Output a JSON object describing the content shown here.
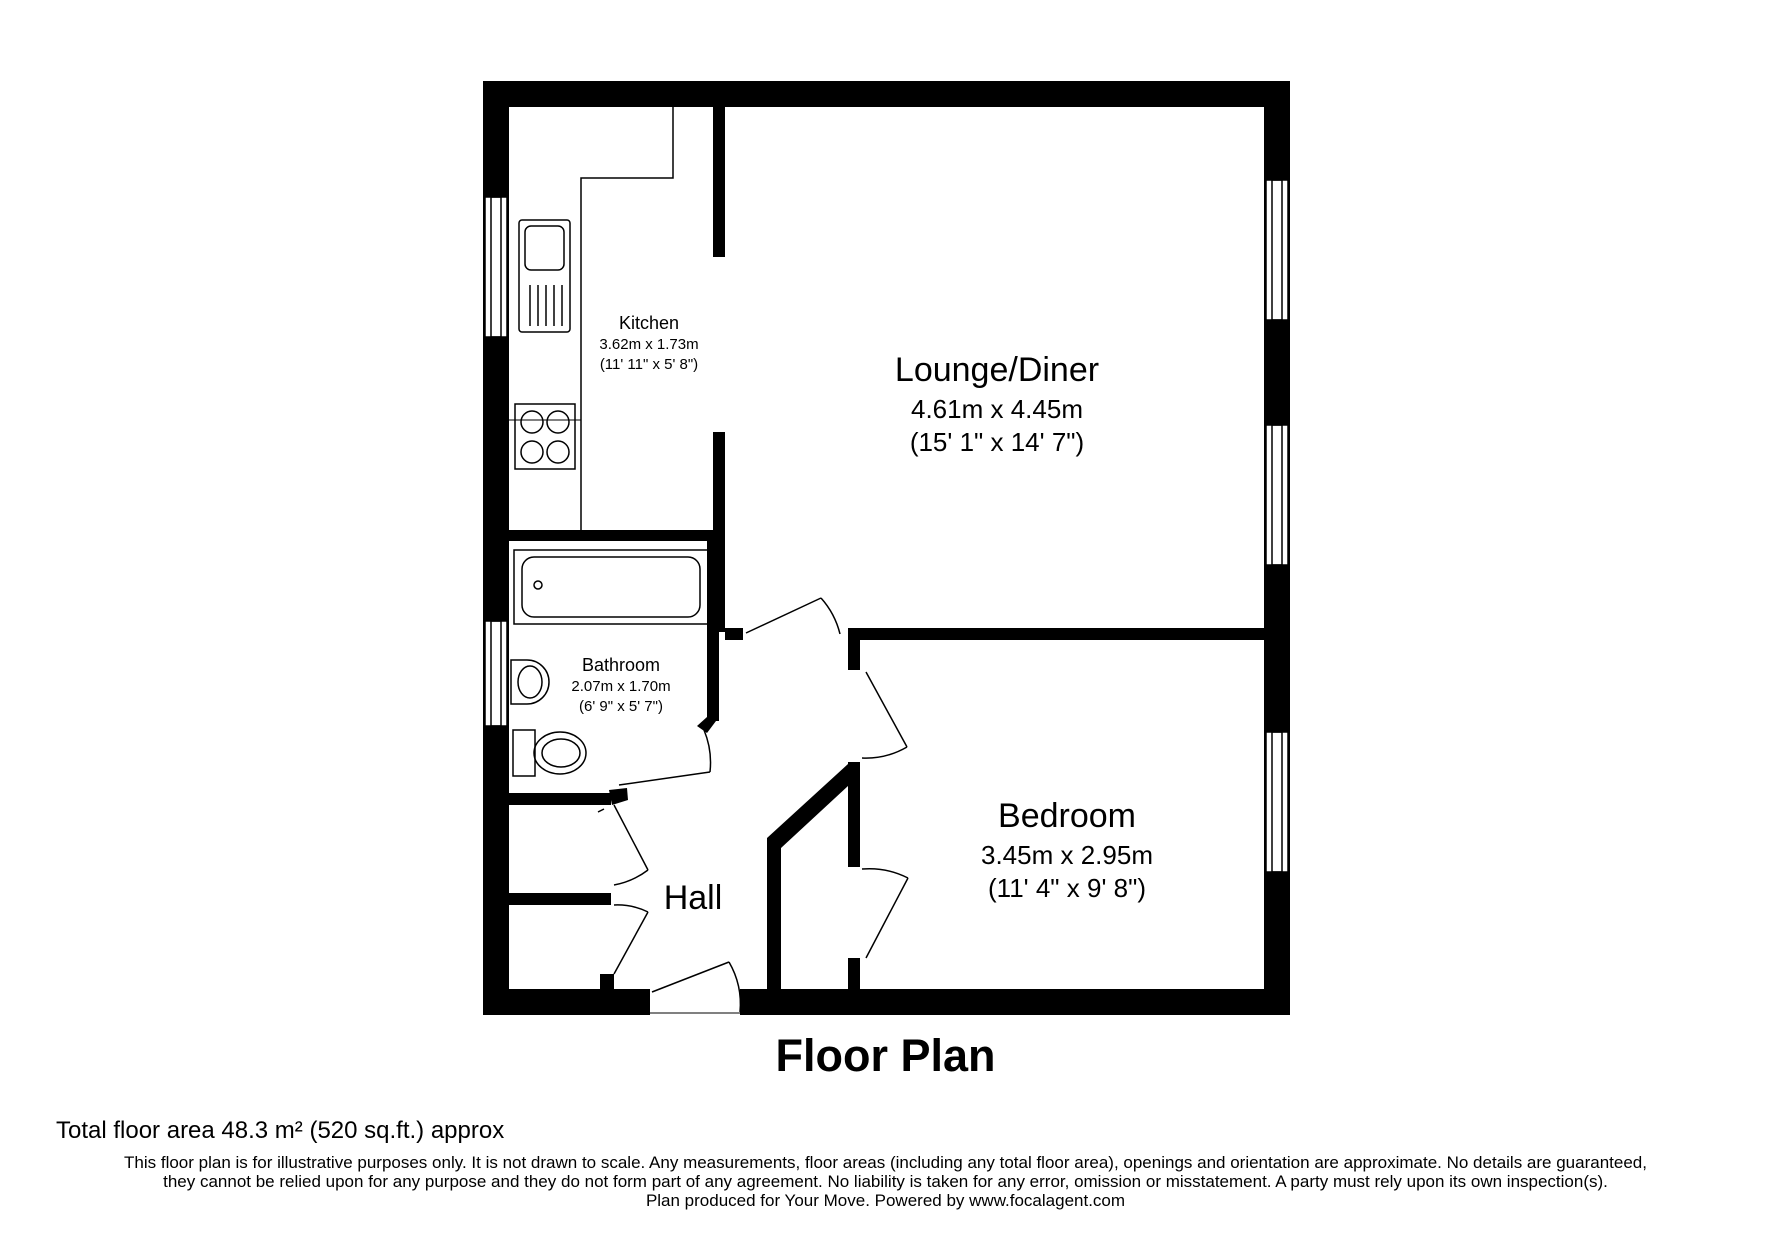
{
  "rooms": {
    "kitchen": {
      "name": "Kitchen",
      "metric": "3.62m x 1.73m",
      "imperial": "(11' 11\" x 5' 8\")"
    },
    "lounge": {
      "name": "Lounge/Diner",
      "metric": "4.61m x 4.45m",
      "imperial": "(15' 1\" x 14' 7\")"
    },
    "bathroom": {
      "name": "Bathroom",
      "metric": "2.07m x 1.70m",
      "imperial": "(6' 9\" x 5' 7\")"
    },
    "bedroom": {
      "name": "Bedroom",
      "metric": "3.45m x 2.95m",
      "imperial": "(11' 4\" x 9' 8\")"
    },
    "hall": {
      "name": "Hall"
    }
  },
  "title": "Floor Plan",
  "total_area": "Total floor area 48.3 m² (520 sq.ft.) approx",
  "disclaimer": [
    "This floor plan is for illustrative purposes only. It is not drawn to scale. Any measurements, floor areas (including any total floor area), openings and orientation are approximate. No details are guaranteed,",
    "they cannot be relied upon for any purpose and they do not form part of any agreement. No liability is taken for any error, omission or misstatement. A party must rely upon its own inspection(s).",
    "Plan produced for Your Move. Powered by www.focalagent.com"
  ]
}
